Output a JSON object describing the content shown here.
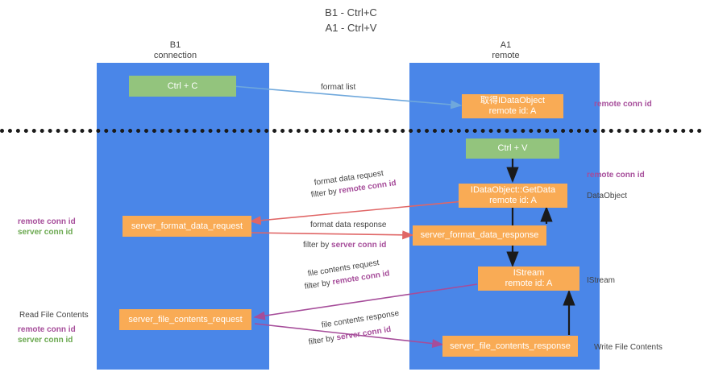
{
  "title": {
    "line1": "B1 - Ctrl+C",
    "line2": "A1 - Ctrl+V"
  },
  "lanes": [
    {
      "id": "b1",
      "head_line1": "B1",
      "head_line2": "connection"
    },
    {
      "id": "a1",
      "head_line1": "A1",
      "head_line2": "remote"
    }
  ],
  "boxes": {
    "ctrl_c": {
      "label": "Ctrl + C"
    },
    "get_dataobject": {
      "line1": "取得IDataObject",
      "line2": "remote id: A"
    },
    "ctrl_v": {
      "label": "Ctrl + V"
    },
    "getdata": {
      "line1": "IDataObject::GetData",
      "line2": "remote id: A"
    },
    "server_format_data_request": {
      "label": "server_format_data_request"
    },
    "server_format_data_response": {
      "label": "server_format_data_response"
    },
    "istream": {
      "line1": "IStream",
      "line2": "remote id: A"
    },
    "server_file_contents_request": {
      "label": "server_file_contents_request"
    },
    "server_file_contents_response": {
      "label": "server_file_contents_response"
    }
  },
  "arrow_labels": {
    "format_list": {
      "text": "format list"
    },
    "format_data_request": {
      "line1": "format data request",
      "line2_prefix": "filter by ",
      "line2_key": "remote conn id"
    },
    "format_data_response": {
      "line1": "format data response",
      "line2_prefix": "filter by ",
      "line2_key": "server conn id"
    },
    "file_contents_request": {
      "line1": "file contents request",
      "line2_prefix": "filter by ",
      "line2_key": "remote conn id"
    },
    "file_contents_response": {
      "line1": "file contents response",
      "line2_prefix": "filter by ",
      "line2_key": "server conn id"
    }
  },
  "annotations": {
    "right_remote_conn_top": "remote conn id",
    "right_remote_conn_mid": "remote conn id",
    "right_dataobject": "DataObject",
    "right_istream": "IStream",
    "right_write_file": "Write File Contents",
    "left_read_file": "Read File Contents",
    "left_remote_conn_mid": "remote conn id",
    "left_server_conn_mid": "server conn id",
    "left_remote_conn_low": "remote conn id",
    "left_server_conn_low": "server conn id"
  },
  "colors": {
    "lane": "#4a86e8",
    "green_box": "#93c47d",
    "orange_box": "#f9ab55",
    "arrow_blue": "#6fa8dc",
    "arrow_red": "#e06666",
    "arrow_magenta": "#a64d9a",
    "arrow_black": "#1a1a1a",
    "purple_text": "#a64d9a",
    "green_text": "#6aa84f",
    "divider": "#1a1a1a"
  }
}
